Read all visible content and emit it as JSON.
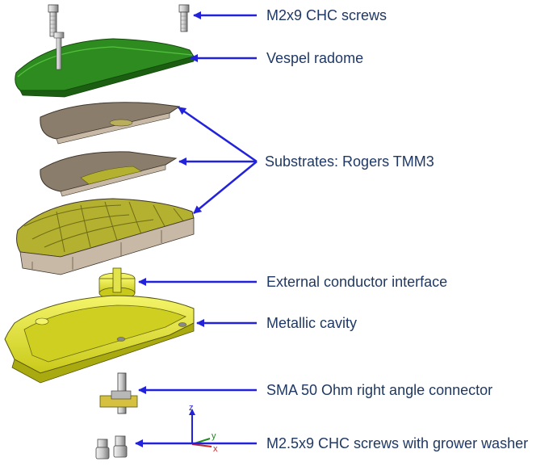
{
  "labels": {
    "screws_top": "M2x9 CHC screws",
    "radome": "Vespel radome",
    "substrates": "Substrates: Rogers TMM3",
    "conductor": "External conductor interface",
    "cavity": "Metallic cavity",
    "connector": "SMA 50 Ohm right angle connector",
    "screws_bottom": "M2.5x9 CHC screws with grower washer"
  },
  "axes": {
    "z": "z",
    "y": "y",
    "x": "x"
  },
  "colors": {
    "arrow": "#2222dd",
    "label_text": "#1f3864",
    "radome": "#2e8b1f",
    "substrate": "#8b7d6b",
    "patch": "#b4b030",
    "cavity": "#e8e832",
    "metal": "#b0b0b0"
  }
}
